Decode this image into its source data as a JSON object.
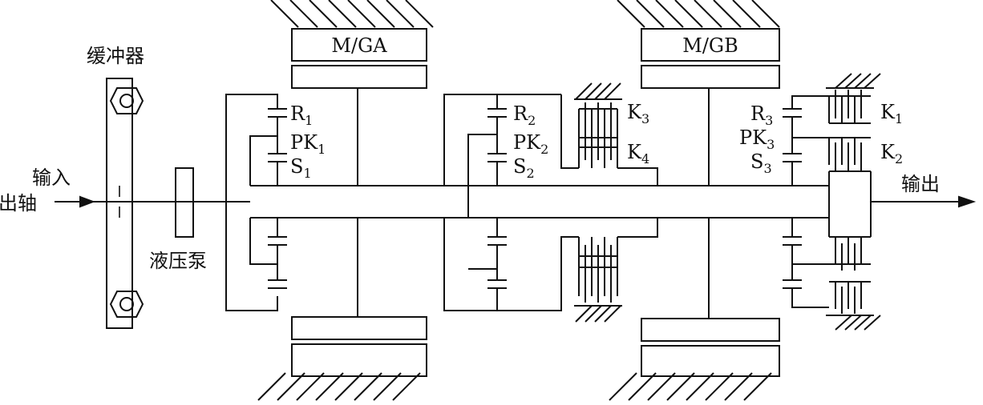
{
  "labels": {
    "buffer": "缓冲器",
    "input": "输入",
    "input_shaft": "出轴",
    "pump": "液压泵",
    "output": "输出",
    "mga": "M/GA",
    "mgb": "M/GB"
  },
  "planet_sets": [
    {
      "ring": "R",
      "carrier": "PK",
      "sun": "S",
      "index": "1"
    },
    {
      "ring": "R",
      "carrier": "PK",
      "sun": "S",
      "index": "2"
    },
    {
      "ring": "R",
      "carrier": "PK",
      "sun": "S",
      "index": "3"
    }
  ],
  "clutches": [
    {
      "name": "K",
      "index": "1"
    },
    {
      "name": "K",
      "index": "2"
    },
    {
      "name": "K",
      "index": "3"
    },
    {
      "name": "K",
      "index": "4"
    }
  ]
}
